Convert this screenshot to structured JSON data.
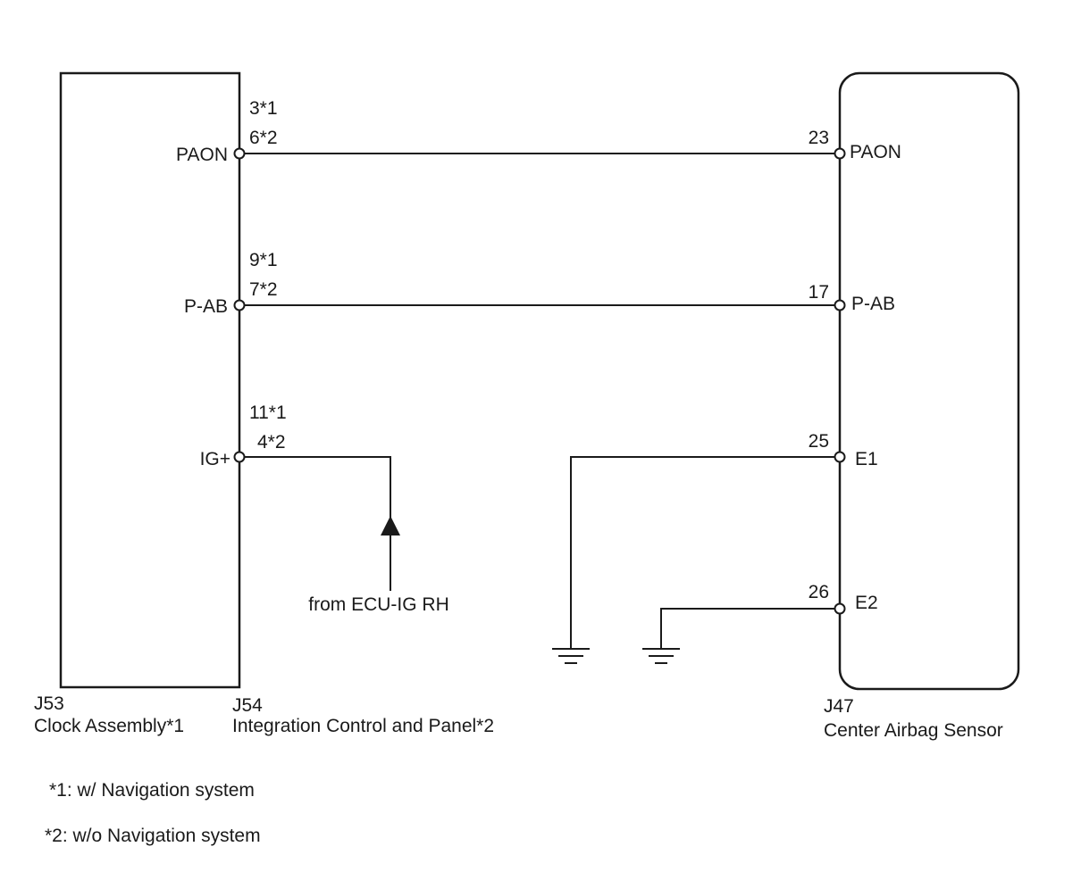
{
  "left_component": {
    "connector_j53": "J53",
    "name_j53": "Clock Assembly*1",
    "connector_j54": "J54",
    "name_j54": "Integration Control and Panel*2",
    "pins": [
      {
        "label": "PAON",
        "num_1": "3*1",
        "num_2": "6*2"
      },
      {
        "label": "P-AB",
        "num_1": "9*1",
        "num_2": "7*2"
      },
      {
        "label": "IG+",
        "num_1": "11*1",
        "num_2": "4*2"
      }
    ],
    "ig_source": "from ECU-IG RH"
  },
  "right_component": {
    "connector": "J47",
    "name": "Center Airbag Sensor",
    "pins": [
      {
        "label": "PAON",
        "num": "23"
      },
      {
        "label": "P-AB",
        "num": "17"
      },
      {
        "label": "E1",
        "num": "25"
      },
      {
        "label": "E2",
        "num": "26"
      }
    ]
  },
  "notes": [
    "*1: w/ Navigation system",
    "*2: w/o Navigation system"
  ]
}
